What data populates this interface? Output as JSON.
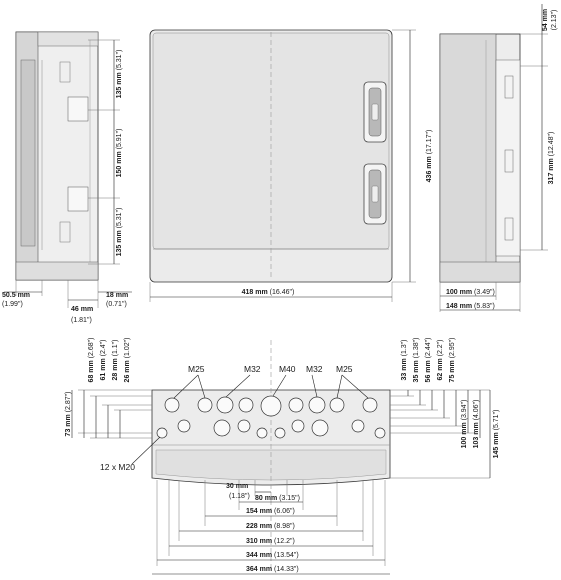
{
  "dimensions": {
    "side_left": {
      "d135_top": [
        "135 mm",
        "(5.31\")"
      ],
      "d150": [
        "150 mm",
        "(5.91\")"
      ],
      "d135_bottom": [
        "135 mm",
        "(5.31\")"
      ],
      "d50_5": [
        "50.5 mm",
        "(1.99\")"
      ],
      "d46": [
        "46 mm",
        "(1.81\")"
      ],
      "d18": [
        "18 mm",
        "(0.71\")"
      ]
    },
    "front": {
      "height": [
        "436 mm",
        "(17.17\")"
      ],
      "width": [
        "418 mm",
        "(16.46\")"
      ]
    },
    "side_right": {
      "d54": [
        "54 mm",
        "(2.13\")"
      ],
      "d317": [
        "317 mm",
        "(12.48\")"
      ],
      "d100": [
        "100 mm",
        "(3.49\")"
      ],
      "d148": [
        "148 mm",
        "(5.83\")"
      ]
    },
    "bottom_left": {
      "d68": [
        "68 mm",
        "(2.68\")"
      ],
      "d61": [
        "61 mm",
        "(2.4\")"
      ],
      "d28": [
        "28 mm",
        "(1.1\")"
      ],
      "d26": [
        "26 mm",
        "(1.02\")"
      ],
      "d73": [
        "73 mm",
        "(2.87\")"
      ]
    },
    "bottom_right": {
      "d33": [
        "33 mm",
        "(1.3\")"
      ],
      "d35": [
        "35 mm",
        "(1.38\")"
      ],
      "d56": [
        "56 mm",
        "(2.44\")"
      ],
      "d62": [
        "62 mm",
        "(2.2\")"
      ],
      "d75": [
        "75 mm",
        "(2.95\")"
      ],
      "d100": [
        "100 mm",
        "(3.94\")"
      ],
      "d103": [
        "103 mm",
        "(4.06\")"
      ],
      "d145": [
        "145 mm",
        "(5.71\")"
      ]
    },
    "bottom_widths": {
      "d30": [
        "30 mm",
        "(1.18\")"
      ],
      "d80": [
        "80 mm",
        "(3.15\")"
      ],
      "d154": [
        "154 mm",
        "(6.06\")"
      ],
      "d228": [
        "228 mm",
        "(8.98\")"
      ],
      "d310": [
        "310 mm",
        "(12.2\")"
      ],
      "d344": [
        "344 mm",
        "(13.54\")"
      ],
      "d364": [
        "364 mm",
        "(14.33\")"
      ]
    }
  },
  "labels": {
    "m25_left": "M25",
    "m32_left": "M32",
    "m40": "M40",
    "m32_right": "M32",
    "m25_right": "M25",
    "m20": "12 x M20"
  }
}
